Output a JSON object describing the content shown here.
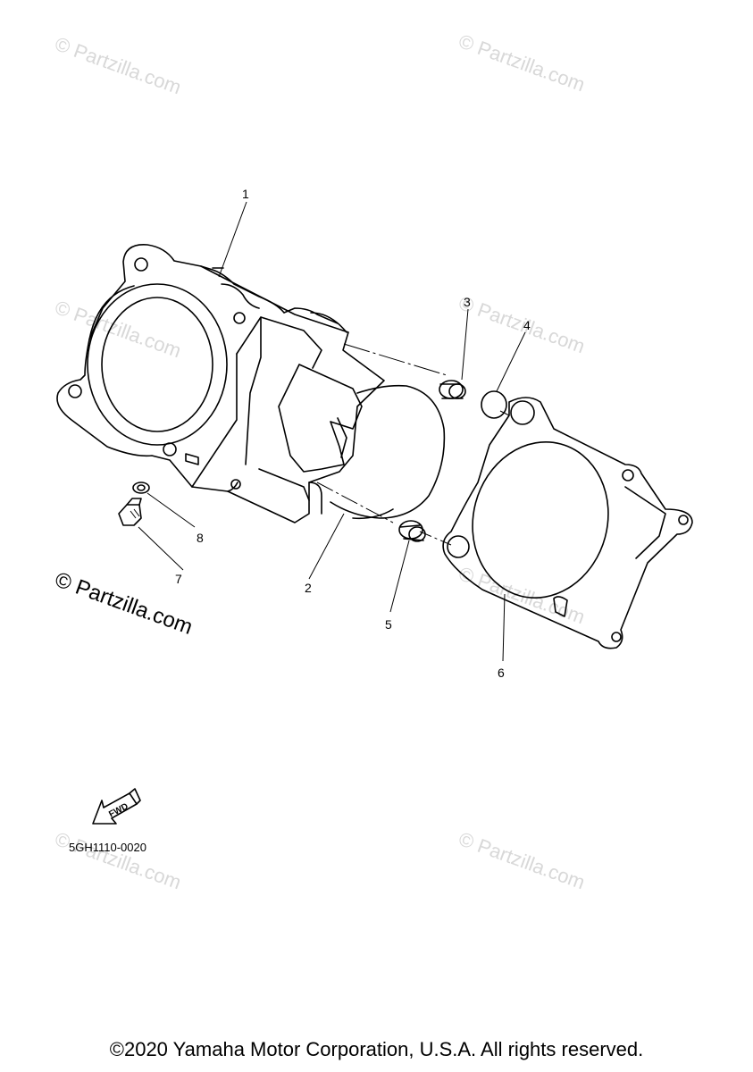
{
  "watermarks": {
    "faint": "© Partzilla.com",
    "prominent": "© Partzilla.com"
  },
  "callouts": {
    "c1": "1",
    "c2": "2",
    "c3": "3",
    "c4": "4",
    "c5": "5",
    "c6": "6",
    "c7": "7",
    "c8": "8"
  },
  "fwd_label": "FWD",
  "diagram_code": "5GH1110-0020",
  "copyright": "©2020 Yamaha Motor Corporation, U.S.A. All rights reserved."
}
